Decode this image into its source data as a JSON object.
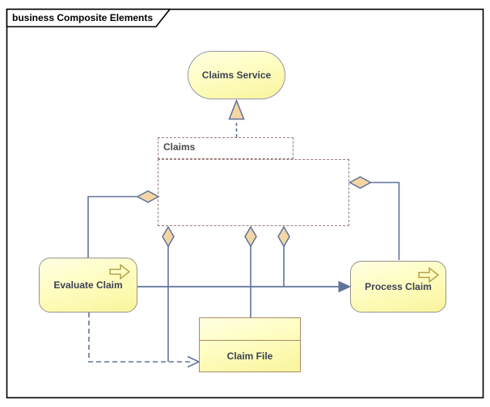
{
  "frame": {
    "title": "business Composite Elements"
  },
  "nodes": {
    "claims_service": {
      "label": "Claims Service",
      "type": "business-service"
    },
    "claims_group": {
      "label": "Claims",
      "type": "grouping"
    },
    "evaluate_claim": {
      "label": "Evaluate Claim",
      "type": "business-process"
    },
    "process_claim": {
      "label": "Process Claim",
      "type": "business-process"
    },
    "claim_file": {
      "label": "Claim File",
      "type": "business-object"
    }
  },
  "connectors": [
    {
      "from": "Claims",
      "to": "Claims Service",
      "glyph": "dashed-line-with-filled-triangle-up"
    },
    {
      "from": "Evaluate Claim",
      "to": "Claims",
      "glyph": "aggregation-diamond-at-left-edge"
    },
    {
      "from": "Process Claim",
      "to": "Claims",
      "glyph": "aggregation-diamond-at-right-edge"
    },
    {
      "from": "Claims",
      "to": "dashed-connector-junction",
      "glyph": "aggregation-diamond-bottom-1"
    },
    {
      "from": "Claims",
      "to": "Claim File",
      "glyph": "aggregation-diamond-bottom-2"
    },
    {
      "from": "Claims",
      "to": "flow-line",
      "glyph": "aggregation-diamond-bottom-3"
    },
    {
      "from": "Evaluate Claim",
      "to": "Process Claim",
      "glyph": "solid-line-filled-arrow"
    },
    {
      "from": "Evaluate Claim",
      "to": "Claim File",
      "glyph": "dashed-line-open-arrow"
    }
  ],
  "colors": {
    "line": "#60739b",
    "diamond_fill": "#f4d6a4",
    "node_fill_top": "#ffffe2",
    "node_fill_bottom": "#faf49c",
    "group_border": "#9b8080",
    "object_border": "#ab8b66",
    "process_border": "#97948c",
    "service_border": "#9a94a8",
    "process_icon_stroke": "#b5a24b",
    "frame_border": "#000000"
  }
}
